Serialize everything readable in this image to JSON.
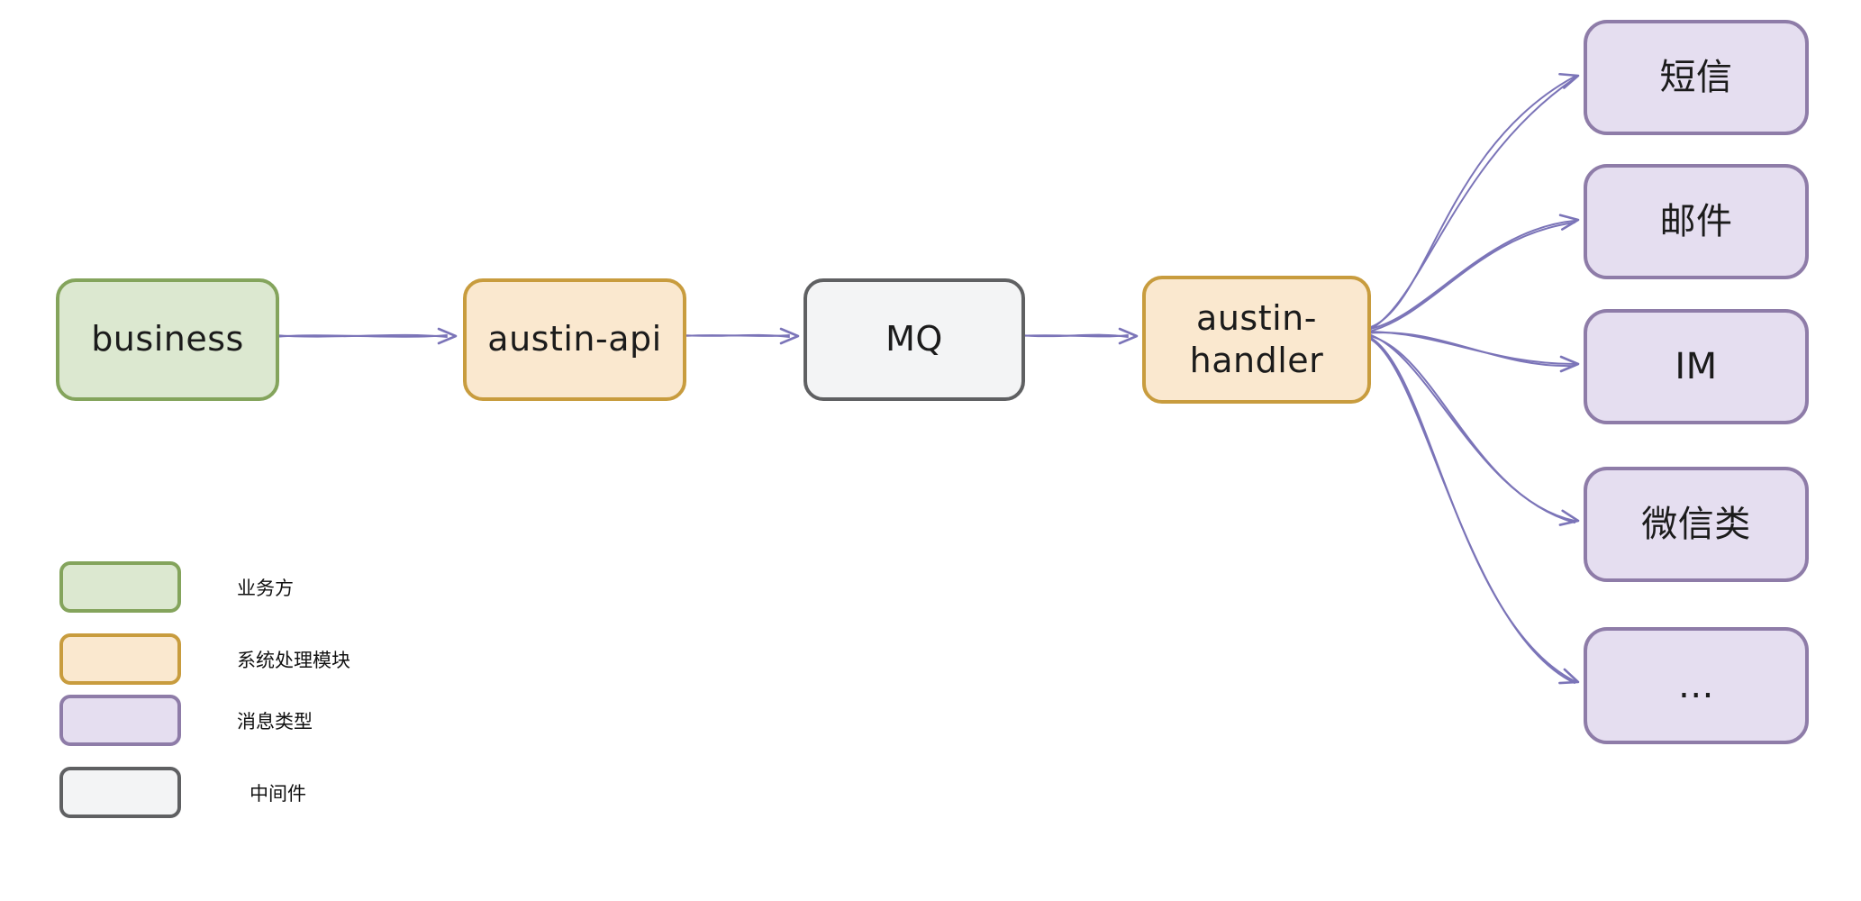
{
  "flow": {
    "nodes": [
      {
        "id": "business",
        "label": "business",
        "type": "business"
      },
      {
        "id": "austin-api",
        "label": "austin-api",
        "type": "module"
      },
      {
        "id": "mq",
        "label": "MQ",
        "type": "middleware"
      },
      {
        "id": "austin-handler",
        "label_line1": "austin-",
        "label_line2": "handler",
        "type": "module"
      }
    ],
    "targets": [
      "短信",
      "邮件",
      "IM",
      "微信类",
      "..."
    ],
    "edges": [
      {
        "from": "business",
        "to": "austin-api"
      },
      {
        "from": "austin-api",
        "to": "MQ"
      },
      {
        "from": "MQ",
        "to": "austin-handler"
      },
      {
        "from": "austin-handler",
        "to": "短信"
      },
      {
        "from": "austin-handler",
        "to": "邮件"
      },
      {
        "from": "austin-handler",
        "to": "IM"
      },
      {
        "from": "austin-handler",
        "to": "微信类"
      },
      {
        "from": "austin-handler",
        "to": "..."
      }
    ]
  },
  "legend": {
    "items": [
      {
        "type": "business",
        "label": "业务方"
      },
      {
        "type": "module",
        "label": "系统处理模块"
      },
      {
        "type": "message",
        "label": "消息类型"
      },
      {
        "type": "middleware",
        "label": "中间件"
      }
    ]
  },
  "colors": {
    "business_fill": "#dce8d0",
    "business_border": "#84a45c",
    "module_fill": "#fae8cf",
    "module_border": "#c89c3e",
    "message_fill": "#e5def0",
    "message_border": "#8e7ca8",
    "middleware_fill": "#f3f4f5",
    "middleware_border": "#5f6062",
    "arrow": "#7b74b8",
    "text": "#1b1b1b"
  }
}
